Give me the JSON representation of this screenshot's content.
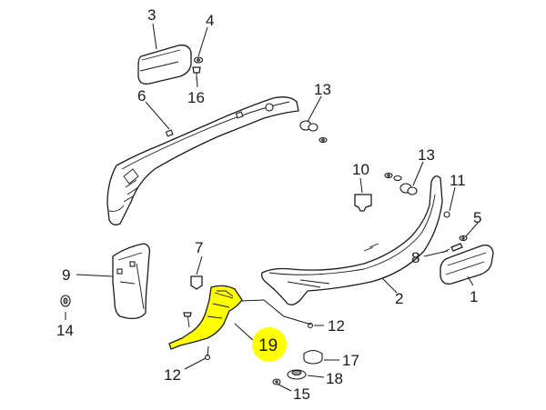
{
  "diagram": {
    "highlight_color": "#ffff00",
    "highlighted_part": "19",
    "callouts": {
      "c1": "1",
      "c2": "2",
      "c3": "3",
      "c4": "4",
      "c5": "5",
      "c6": "6",
      "c7": "7",
      "c8": "8",
      "c9": "9",
      "c10": "10",
      "c11": "11",
      "c12a": "12",
      "c12b": "12",
      "c13a": "13",
      "c13b": "13",
      "c14": "14",
      "c15": "15",
      "c16": "16",
      "c17": "17",
      "c18": "18",
      "c19": "19"
    }
  }
}
